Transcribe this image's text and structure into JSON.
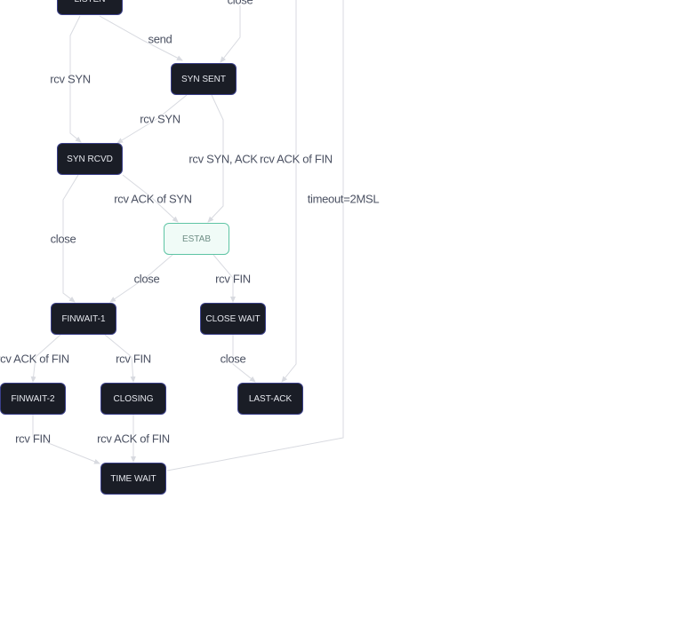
{
  "nodes": {
    "listen": "LISTEN",
    "syn_sent": "SYN SENT",
    "syn_rcvd": "SYN RCVD",
    "estab": "ESTAB",
    "finwait1": "FINWAIT-1",
    "close_wait": "CLOSE WAIT",
    "finwait2": "FINWAIT-2",
    "closing": "CLOSING",
    "last_ack": "LAST-ACK",
    "time_wait": "TIME WAIT"
  },
  "edges": {
    "close_top": "close",
    "send": "send",
    "rcv_syn_left": "rcv SYN",
    "rcv_syn_mid": "rcv SYN",
    "rcv_syn_ack": "rcv SYN, ACK",
    "rcv_ack_of_fin_top": "rcv ACK of FIN",
    "timeout": "timeout=2MSL",
    "rcv_ack_of_syn": "rcv ACK of SYN",
    "close_left": "close",
    "close_estab": "close",
    "rcv_fin_estab": "rcv FIN",
    "rcv_ack_of_fin_left": "rcv ACK of FIN",
    "rcv_fin_finwait1": "rcv FIN",
    "close_closewait": "close",
    "rcv_fin_finwait2": "rcv FIN",
    "rcv_ack_of_fin_closing": "rcv ACK of FIN"
  },
  "colors": {
    "node_fill": "#1a1d26",
    "node_border": "#3a3f8a",
    "active_fill": "#f0fbf7",
    "active_border": "#5ec4a4",
    "edge": "#d8dae0"
  }
}
